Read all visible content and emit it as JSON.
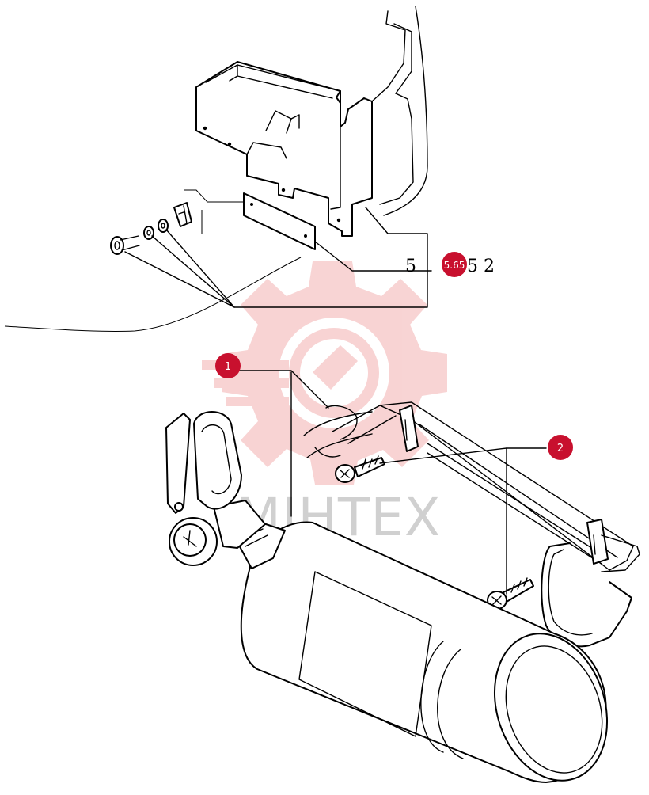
{
  "callouts": [
    {
      "id": "1",
      "label": "1"
    },
    {
      "id": "2",
      "label": "2"
    }
  ],
  "reference": {
    "left_digit": "5",
    "badge": "5.65",
    "right_digits": "5  2"
  },
  "watermark": {
    "text": "MIHTEX",
    "color": "#f3b0b0"
  },
  "colors": {
    "badge": "#c8102e",
    "line": "#000000",
    "background": "#ffffff"
  }
}
